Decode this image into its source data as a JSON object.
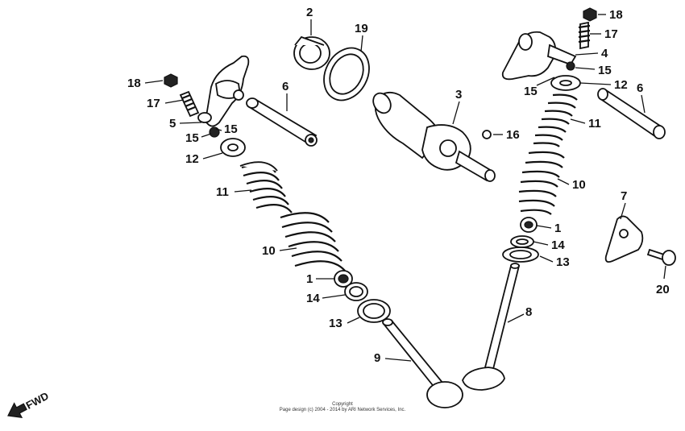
{
  "callouts": {
    "c1_left": "1",
    "c1_right": "1",
    "c2": "2",
    "c3": "3",
    "c4": "4",
    "c5": "5",
    "c6_left": "6",
    "c6_right": "6",
    "c7": "7",
    "c8": "8",
    "c9": "9",
    "c10_left": "10",
    "c10_right": "10",
    "c11_left": "11",
    "c11_right": "11",
    "c12_left": "12",
    "c12_right": "12",
    "c13_left": "13",
    "c13_right": "13",
    "c14_left": "14",
    "c14_right": "14",
    "c15_left_a": "15",
    "c15_left_b": "15",
    "c15_right_a": "15",
    "c15_right_b": "15",
    "c16": "16",
    "c17_left": "17",
    "c17_right": "17",
    "c18_left": "18",
    "c18_right": "18",
    "c19": "19",
    "c20": "20"
  },
  "direction_label": "FWD",
  "copyright": {
    "line1": "Copyright",
    "line2": "Page design (c) 2004 - 2014 by ARI Network Services, Inc."
  }
}
